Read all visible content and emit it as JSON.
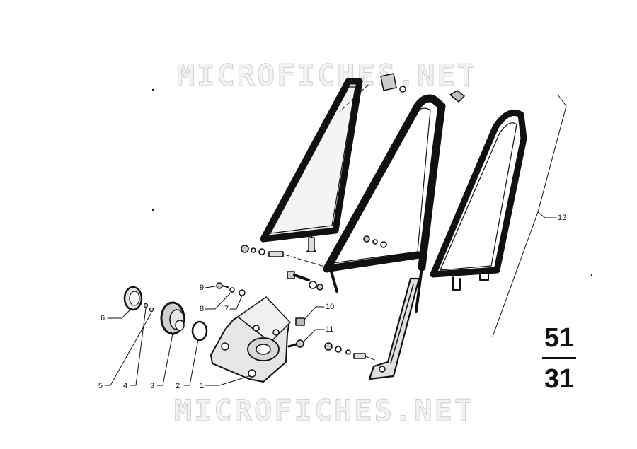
{
  "watermark": "MICROFICHES.NET",
  "group": {
    "top": "51",
    "bottom": "31"
  },
  "callouts": [
    "1",
    "2",
    "3",
    "4",
    "5",
    "6",
    "7",
    "8",
    "9",
    "10",
    "11",
    "12"
  ],
  "colors": {
    "ink": "#111111",
    "paper": "#ffffff",
    "glass": "#e8e8e8",
    "watermark_fill": "#f2f2f2",
    "watermark_stroke": "#cfcfcf"
  }
}
